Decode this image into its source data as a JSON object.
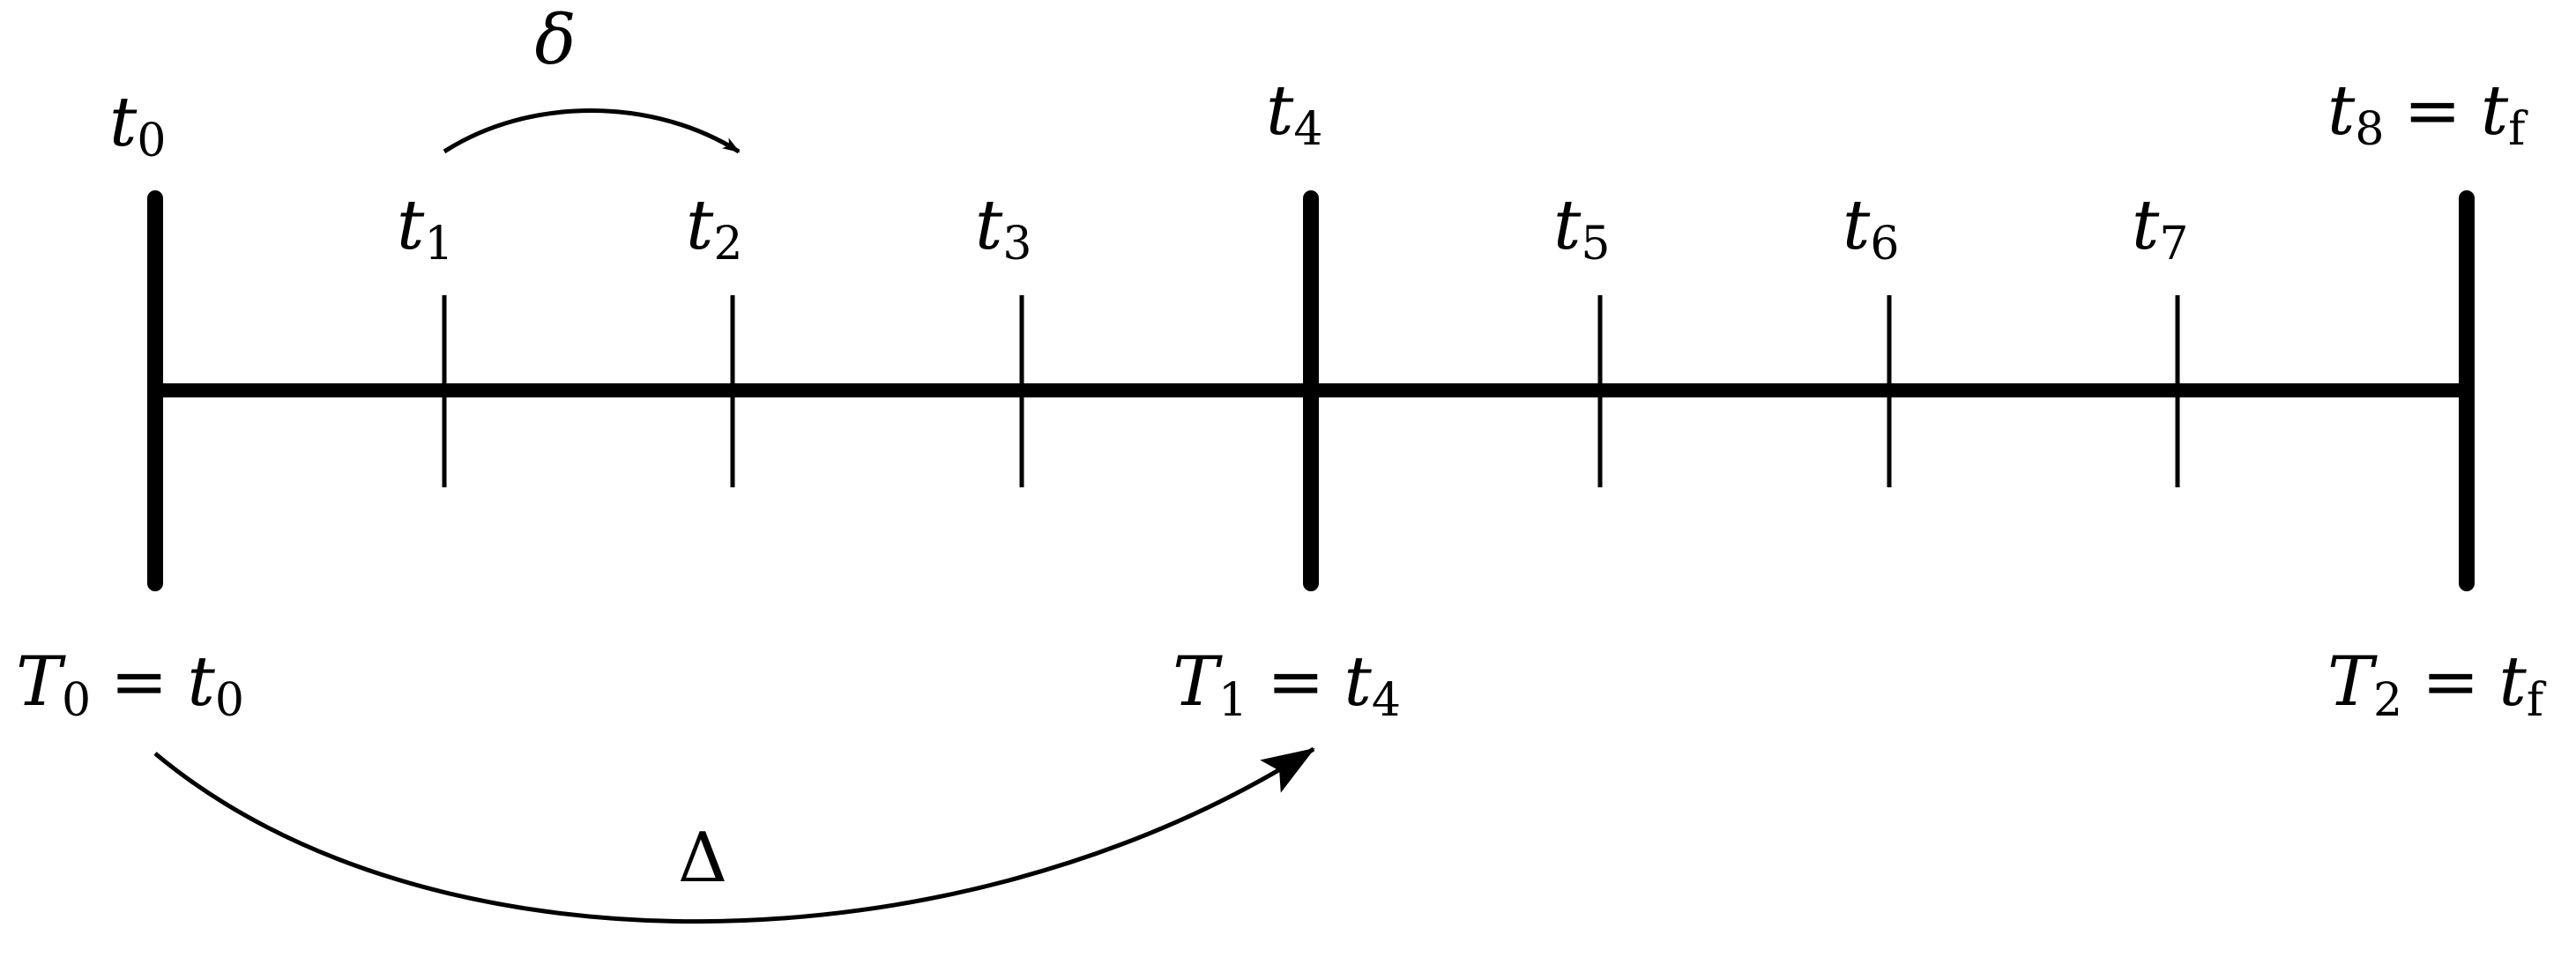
{
  "diagram": {
    "fine_points": [
      {
        "var": "t",
        "sub": "0",
        "eq_var": "",
        "eq_sub": ""
      },
      {
        "var": "t",
        "sub": "1",
        "eq_var": "",
        "eq_sub": ""
      },
      {
        "var": "t",
        "sub": "2",
        "eq_var": "",
        "eq_sub": ""
      },
      {
        "var": "t",
        "sub": "3",
        "eq_var": "",
        "eq_sub": ""
      },
      {
        "var": "t",
        "sub": "4",
        "eq_var": "",
        "eq_sub": ""
      },
      {
        "var": "t",
        "sub": "5",
        "eq_var": "",
        "eq_sub": ""
      },
      {
        "var": "t",
        "sub": "6",
        "eq_var": "",
        "eq_sub": ""
      },
      {
        "var": "t",
        "sub": "7",
        "eq_var": "",
        "eq_sub": ""
      },
      {
        "var": "t",
        "sub": "8",
        "eq_var": "t",
        "eq_sub": "f"
      }
    ],
    "coarse_points": [
      {
        "var": "T",
        "sub": "0",
        "eq_var": "t",
        "eq_sub": "0"
      },
      {
        "var": "T",
        "sub": "1",
        "eq_var": "t",
        "eq_sub": "4"
      },
      {
        "var": "T",
        "sub": "2",
        "eq_var": "t",
        "eq_sub": "f"
      }
    ],
    "equals_sign": "=",
    "small_step_label": "δ",
    "large_step_label": "Δ"
  }
}
